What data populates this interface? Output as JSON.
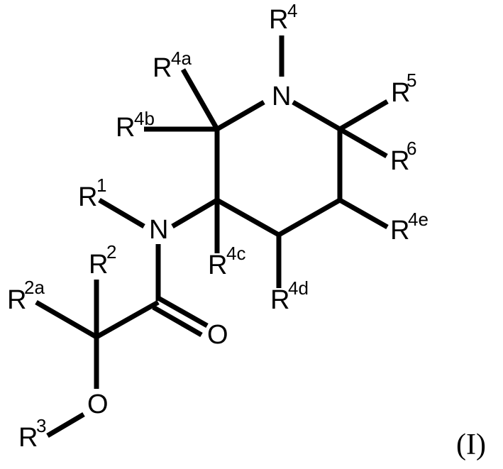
{
  "diagram": {
    "type": "chemical-structure",
    "formula_label": "(I)",
    "atoms": {
      "ring_N": {
        "symbol": "N"
      },
      "amide_N": {
        "symbol": "N"
      },
      "carbonyl_O": {
        "symbol": "O"
      },
      "ether_O": {
        "symbol": "O"
      }
    },
    "substituents": {
      "R4": {
        "base": "R",
        "sup": "4"
      },
      "R4a": {
        "base": "R",
        "sup": "4a"
      },
      "R4b": {
        "base": "R",
        "sup": "4b"
      },
      "R5": {
        "base": "R",
        "sup": "5"
      },
      "R6": {
        "base": "R",
        "sup": "6"
      },
      "R1": {
        "base": "R",
        "sup": "1"
      },
      "R4c": {
        "base": "R",
        "sup": "4c"
      },
      "R4d": {
        "base": "R",
        "sup": "4d"
      },
      "R4e": {
        "base": "R",
        "sup": "4e"
      },
      "R2": {
        "base": "R",
        "sup": "2"
      },
      "R2a": {
        "base": "R",
        "sup": "2a"
      },
      "R3": {
        "base": "R",
        "sup": "3"
      }
    }
  }
}
